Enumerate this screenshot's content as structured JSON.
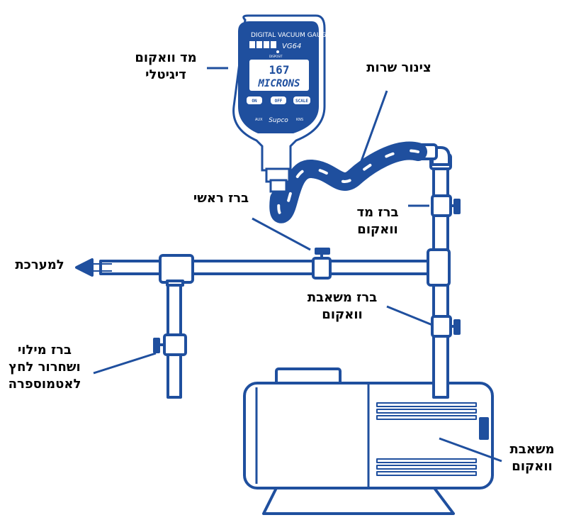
{
  "colors": {
    "line": "#1f4f9e",
    "fill": "#ffffff",
    "label": "#000000"
  },
  "gauge": {
    "brand": "DIGITAL VACUUM GAUGE",
    "model": "VG64",
    "display_value": "167",
    "display_unit": "MICRONS",
    "buttons": [
      "ON",
      "OFF",
      "SCALE"
    ],
    "left_mark": "AUX",
    "right_mark": "KNS",
    "logo": "Supco",
    "indicator": "DISPOSIT"
  },
  "labels": {
    "digital_gauge": {
      "line1": "מד וואקום",
      "line2": "דיגיטלי"
    },
    "service_hose": "צינור שרות",
    "main_valve": "ברז ראשי",
    "gauge_valve": {
      "line1": "ברז מד",
      "line2": "וואקום"
    },
    "to_system": "למערכת",
    "pump_valve": {
      "line1": "ברז משאבת",
      "line2": "וואקום"
    },
    "fill_valve": {
      "line1": "ברז מילוי",
      "line2": "ושחרור לחץ",
      "line3": "לאטמוספרה"
    },
    "vacuum_pump": {
      "line1": "משאבת",
      "line2": "וואקום"
    }
  }
}
